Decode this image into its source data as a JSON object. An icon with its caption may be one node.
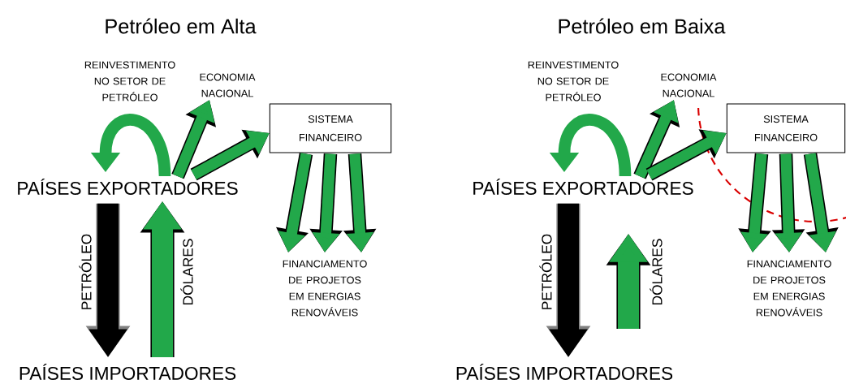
{
  "diagram": {
    "nodes": [
      {
        "text": [
          "PAÍSES EXPORTADORES"
        ]
      },
      {
        "text": [
          "ECONOMIA NACIONAL"
        ]
      },
      {
        "text": [
          "SISTEMA FINANCEIRO"
        ]
      },
      {
        "text": [
          "FINANCIAMENTO DE PROJETOS EM ENERGIAS RENOVÁVEIS"
        ]
      },
      {
        "text": [
          "PAÍSES IMPORTADORES"
        ]
      },
      {
        "text": [
          "PAÍSES EXPORTADORES"
        ]
      },
      {
        "text": [
          "ECONOMIA NACIONAL"
        ]
      },
      {
        "text": [
          "SISTEMA FINANCEIRO"
        ]
      },
      {
        "text": [
          "FINANCIAMENTO DE PROJETOS EM ENERGIAS RENOVÁVEIS"
        ]
      },
      {
        "text": [
          "PAÍSES IMPORTADORES"
        ]
      }
    ],
    "edges": [
      {
        "from": 0,
        "to": 0,
        "arrow": "to"
      },
      {
        "from": 0,
        "to": 1,
        "arrow": "to"
      },
      {
        "from": 0,
        "to": 2,
        "arrow": "to"
      },
      {
        "from": 2,
        "to": 3,
        "arrow": "to"
      },
      {
        "from": 2,
        "to": 3,
        "arrow": "to"
      },
      {
        "from": 2,
        "to": 3,
        "arrow": "to"
      },
      {
        "from": 0,
        "to": 4,
        "arrow": "to",
        "label": "PETRÓLEO",
        "style": "thick",
        "color": "#000000"
      },
      {
        "from": 4,
        "to": 0,
        "arrow": "to",
        "label": "DÓLARES",
        "style": "thick"
      },
      {
        "from": 5,
        "to": 5,
        "arrow": "to"
      },
      {
        "from": 5,
        "to": 6,
        "arrow": "to"
      },
      {
        "from": 5,
        "to": 7,
        "arrow": "to"
      },
      {
        "from": 7,
        "to": 8,
        "arrow": "to"
      },
      {
        "from": 7,
        "to": 8,
        "arrow": "to"
      },
      {
        "from": 7,
        "to": 8,
        "arrow": "to"
      },
      {
        "from": 5,
        "to": 9,
        "arrow": "to",
        "label": "PETRÓLEO",
        "style": "thick",
        "color": "#000000"
      }
    ],
    "labels": [
      "Petróleo em Alta",
      "Petróleo em Baixa",
      "REINVESTIMENTO NO SETOR DE PETRÓLEO",
      "REINVESTIMENTO NO SETOR DE PETRÓLEO",
      "DÓLARES"
    ]
  }
}
